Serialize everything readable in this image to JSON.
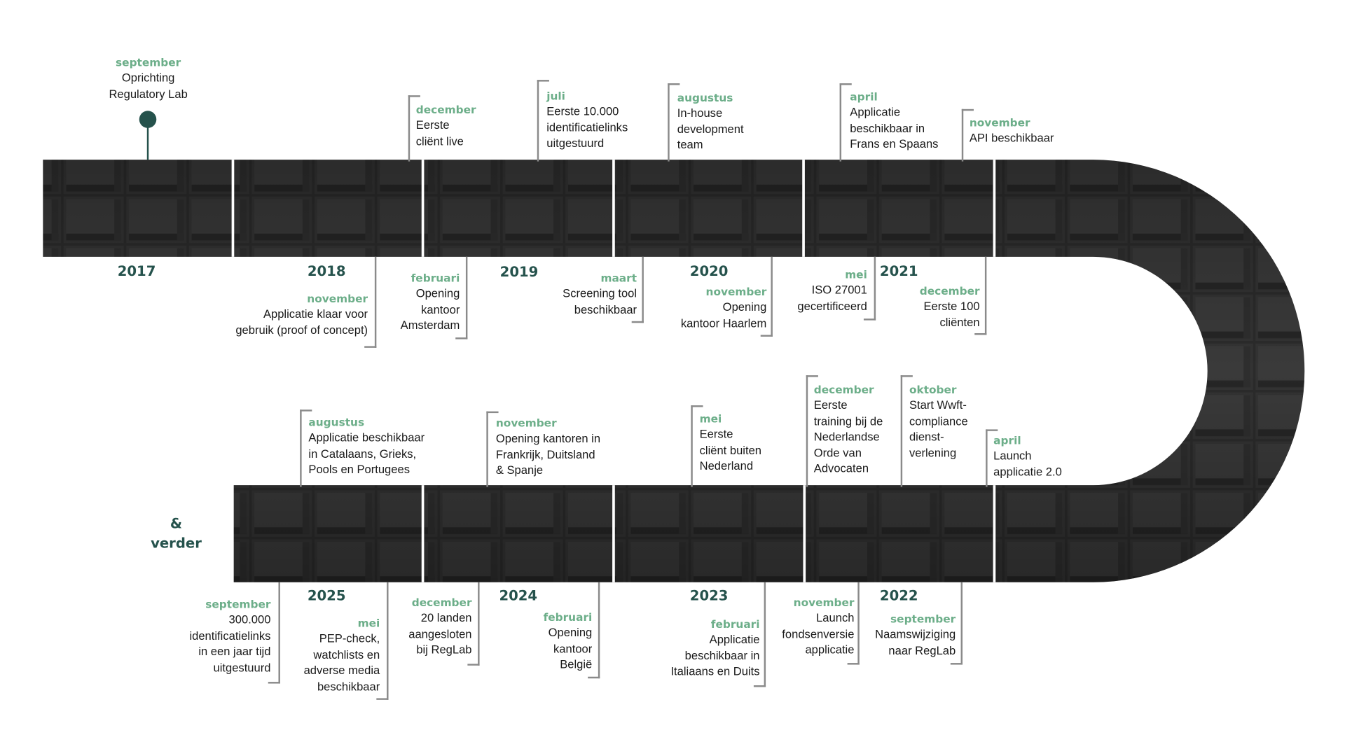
{
  "years": [
    "2017",
    "2018",
    "2019",
    "2020",
    "2021",
    "2022",
    "2023",
    "2024",
    "2025"
  ],
  "tail": "&\nverder",
  "events": [
    {
      "month": "september",
      "text": "Oprichting\nRegulatory Lab"
    },
    {
      "month": "december",
      "text": "Eerste\ncliënt live"
    },
    {
      "month": "november",
      "text": "Applicatie klaar voor\ngebruik (proof of concept)"
    },
    {
      "month": "februari",
      "text": "Opening\nkantoor\nAmsterdam"
    },
    {
      "month": "juli",
      "text": "Eerste 10.000\nidentificatielinks\nuitgestuurd"
    },
    {
      "month": "maart",
      "text": "Screening tool\nbeschikbaar"
    },
    {
      "month": "augustus",
      "text": "In-house\ndevelopment\nteam"
    },
    {
      "month": "november",
      "text": "Opening\nkantoor Haarlem"
    },
    {
      "month": "april",
      "text": "Applicatie\nbeschikbaar in\nFrans en Spaans"
    },
    {
      "month": "mei",
      "text": "ISO 27001\ngecertificeerd"
    },
    {
      "month": "november",
      "text": "API beschikbaar"
    },
    {
      "month": "december",
      "text": "Eerste 100\ncliënten"
    },
    {
      "month": "april",
      "text": "Launch\napplicatie 2.0"
    },
    {
      "month": "oktober",
      "text": "Start Wwft-\ncompliance\ndienst-\nverlening"
    },
    {
      "month": "december",
      "text": "Eerste\ntraining bij de\nNederlandse\nOrde van\nAdvocaten"
    },
    {
      "month": "september",
      "text": "Naamswijziging\nnaar RegLab"
    },
    {
      "month": "november",
      "text": "Launch\nfondsenversie\napplicatie"
    },
    {
      "month": "mei",
      "text": "Eerste\ncliënt buiten\nNederland"
    },
    {
      "month": "februari",
      "text": "Applicatie\nbeschikbaar in\nItaliaans en Duits"
    },
    {
      "month": "november",
      "text": "Opening kantoren in\nFrankrijk, Duitsland\n& Spanje"
    },
    {
      "month": "februari",
      "text": "Opening\nkantoor\nBelgië"
    },
    {
      "month": "december",
      "text": "20 landen\naangesloten\nbij RegLab"
    },
    {
      "month": "augustus",
      "text": "Applicatie beschikbaar\nin Catalaans, Grieks,\nPools en Portugees"
    },
    {
      "month": "mei",
      "text": "PEP-check,\nwatchlists en\nadverse media\nbeschikbaar"
    },
    {
      "month": "september",
      "text": "300.000\nidentificatielinks\nin een jaar tijd\nuitgestuurd"
    }
  ]
}
